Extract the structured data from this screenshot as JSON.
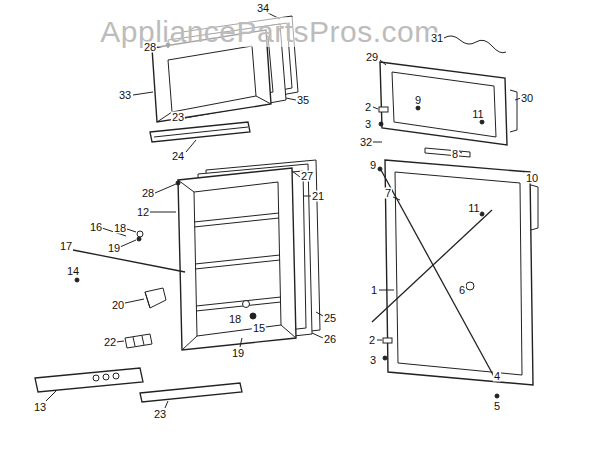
{
  "diagram": {
    "labels": [
      "AppliancePartsPros.com",
      "34",
      "28",
      "33",
      "35",
      "23",
      "24",
      "29",
      "31",
      "30",
      "9",
      "2",
      "3",
      "11",
      "32",
      "8",
      "10",
      "9",
      "7",
      "11",
      "1",
      "6",
      "2",
      "3",
      "4",
      "5",
      "28",
      "27",
      "21",
      "12",
      "18",
      "16",
      "19",
      "17",
      "14",
      "20",
      "18",
      "15",
      "19",
      "22",
      "25",
      "26",
      "13",
      "23"
    ]
  }
}
